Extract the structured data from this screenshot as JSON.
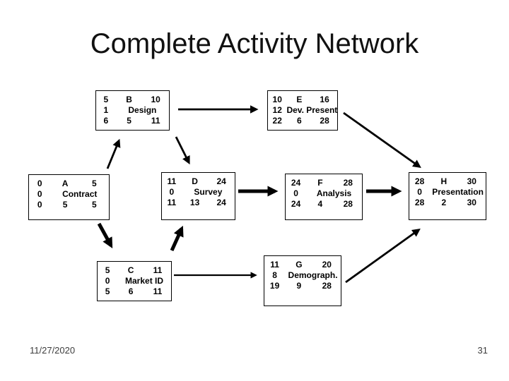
{
  "slide": {
    "title": "Complete Activity Network",
    "date": "11/27/2020",
    "page_number": "31"
  },
  "nodes": [
    {
      "id": "A",
      "name": "Contract",
      "es": "0",
      "ef": "5",
      "slack": "0",
      "ls": "0",
      "duration": "5",
      "lf": "5"
    },
    {
      "id": "B",
      "name": "Design",
      "es": "5",
      "ef": "10",
      "slack": "1",
      "ls": "6",
      "duration": "5",
      "lf": "11"
    },
    {
      "id": "C",
      "name": "Market ID",
      "es": "5",
      "ef": "11",
      "slack": "0",
      "ls": "5",
      "duration": "6",
      "lf": "11"
    },
    {
      "id": "D",
      "name": "Survey",
      "es": "11",
      "ef": "24",
      "slack": "0",
      "ls": "11",
      "duration": "13",
      "lf": "24"
    },
    {
      "id": "E",
      "name": "Dev. Present",
      "es": "10",
      "ef": "16",
      "slack": "12",
      "ls": "22",
      "duration": "6",
      "lf": "28"
    },
    {
      "id": "F",
      "name": "Analysis",
      "es": "24",
      "ef": "28",
      "slack": "0",
      "ls": "24",
      "duration": "4",
      "lf": "28"
    },
    {
      "id": "G",
      "name": "Demograph.",
      "es": "11",
      "ef": "20",
      "slack": "8",
      "ls": "19",
      "duration": "9",
      "lf": "28"
    },
    {
      "id": "H",
      "name": "Presentation",
      "es": "28",
      "ef": "30",
      "slack": "0",
      "ls": "28",
      "duration": "2",
      "lf": "30"
    }
  ],
  "edges": [
    {
      "from": "A",
      "to": "B",
      "critical": false
    },
    {
      "from": "A",
      "to": "C",
      "critical": true
    },
    {
      "from": "B",
      "to": "E",
      "critical": false
    },
    {
      "from": "B",
      "to": "D",
      "critical": false
    },
    {
      "from": "C",
      "to": "D",
      "critical": true
    },
    {
      "from": "C",
      "to": "G",
      "critical": false
    },
    {
      "from": "D",
      "to": "F",
      "critical": true
    },
    {
      "from": "E",
      "to": "H",
      "critical": false
    },
    {
      "from": "F",
      "to": "H",
      "critical": true
    },
    {
      "from": "G",
      "to": "H",
      "critical": false
    }
  ],
  "colors": {
    "background": "#ffffff",
    "text": "#000000",
    "line": "#000000"
  }
}
